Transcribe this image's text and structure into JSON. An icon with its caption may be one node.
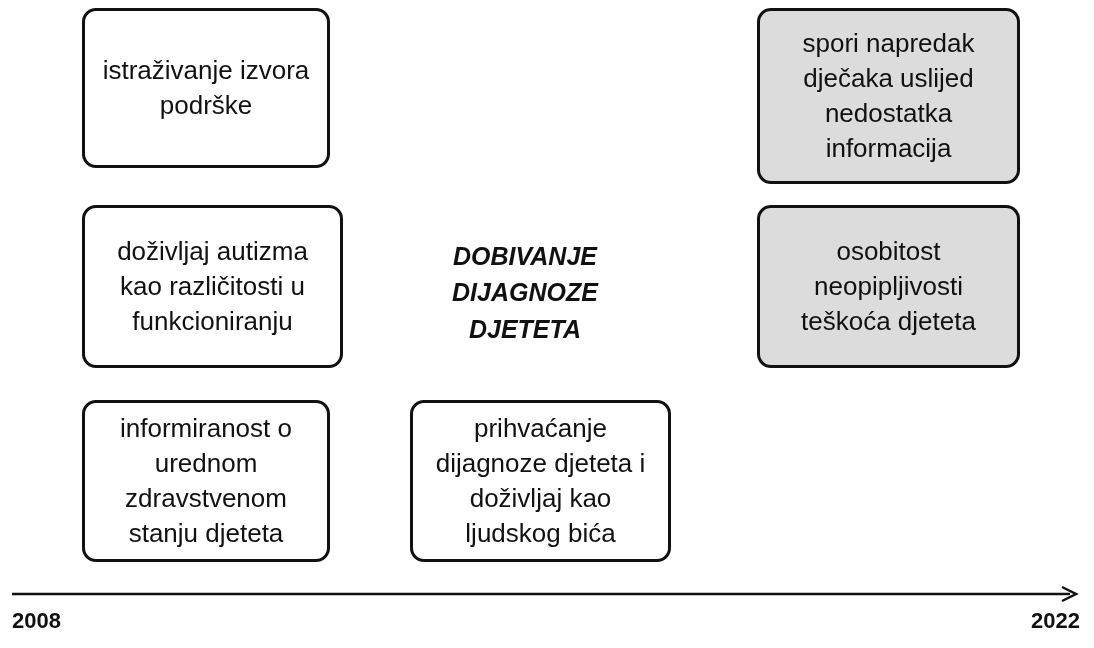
{
  "diagram": {
    "nodes": [
      {
        "text": [
          "istraživanje izvora podrške"
        ]
      },
      {
        "text": [
          "spori napredak dječaka uslijed nedostatka informacija"
        ]
      },
      {
        "text": [
          "doživljaj autizma kao različitosti u funkcioniranju"
        ]
      },
      {
        "text": [
          "osobitost neopipljivosti teškoća djeteta"
        ]
      },
      {
        "text": [
          "informiranost o urednom zdravstvenom stanju djeteta"
        ]
      },
      {
        "text": [
          "prihvaćanje dijagnoze djeteta i doživljaj kao ljudskog bića"
        ]
      }
    ],
    "labels": [
      "DOBIVANJE DIJAGNOZE DJETETA",
      "2008",
      "2022"
    ]
  }
}
